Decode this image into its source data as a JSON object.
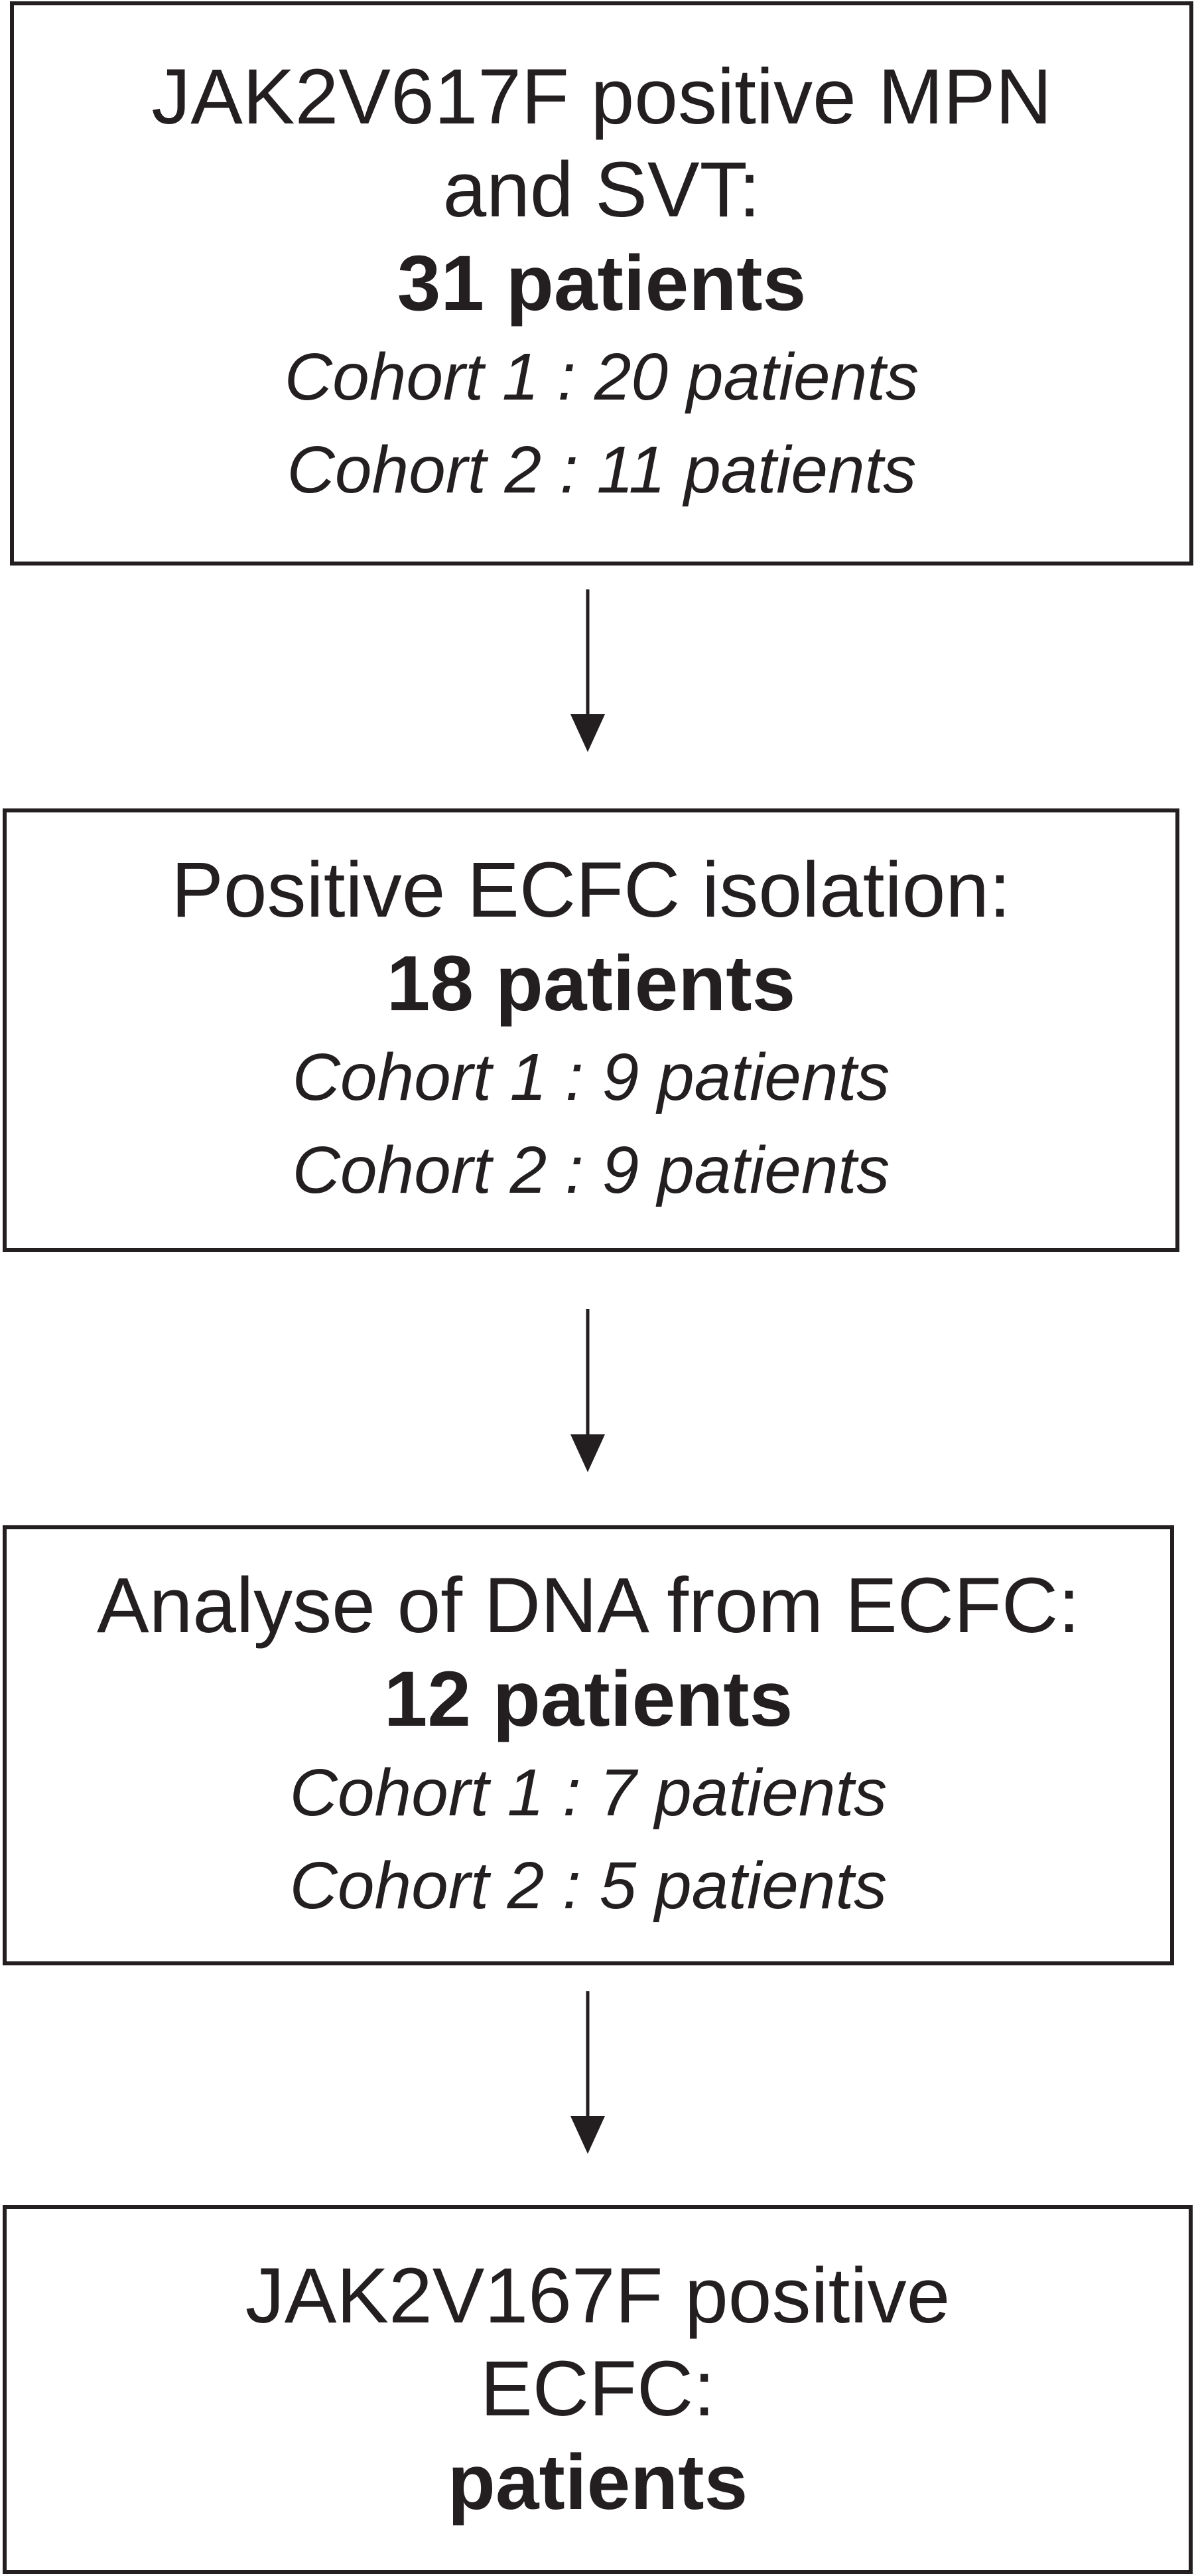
{
  "boxes": [
    {
      "heading": [
        "JAK2V617F positive MPN",
        "and SVT:"
      ],
      "count": "31 patients",
      "cohorts": [
        "Cohort 1 : 20 patients",
        "Cohort 2 : 11 patients"
      ]
    },
    {
      "heading": [
        "Positive ECFC isolation:"
      ],
      "count": "18 patients",
      "cohorts": [
        "Cohort 1 : 9 patients",
        "Cohort 2 : 9 patients"
      ]
    },
    {
      "heading": [
        "Analyse of DNA from ECFC:"
      ],
      "count": "12 patients",
      "cohorts": [
        "Cohort 1 : 7 patients",
        "Cohort 2 : 5 patients"
      ]
    },
    {
      "heading": [
        "JAK2V167F positive",
        "ECFC:"
      ],
      "count": "patients",
      "cohorts": []
    }
  ],
  "colors": {
    "stroke": "#231f20",
    "background": "#ffffff"
  }
}
